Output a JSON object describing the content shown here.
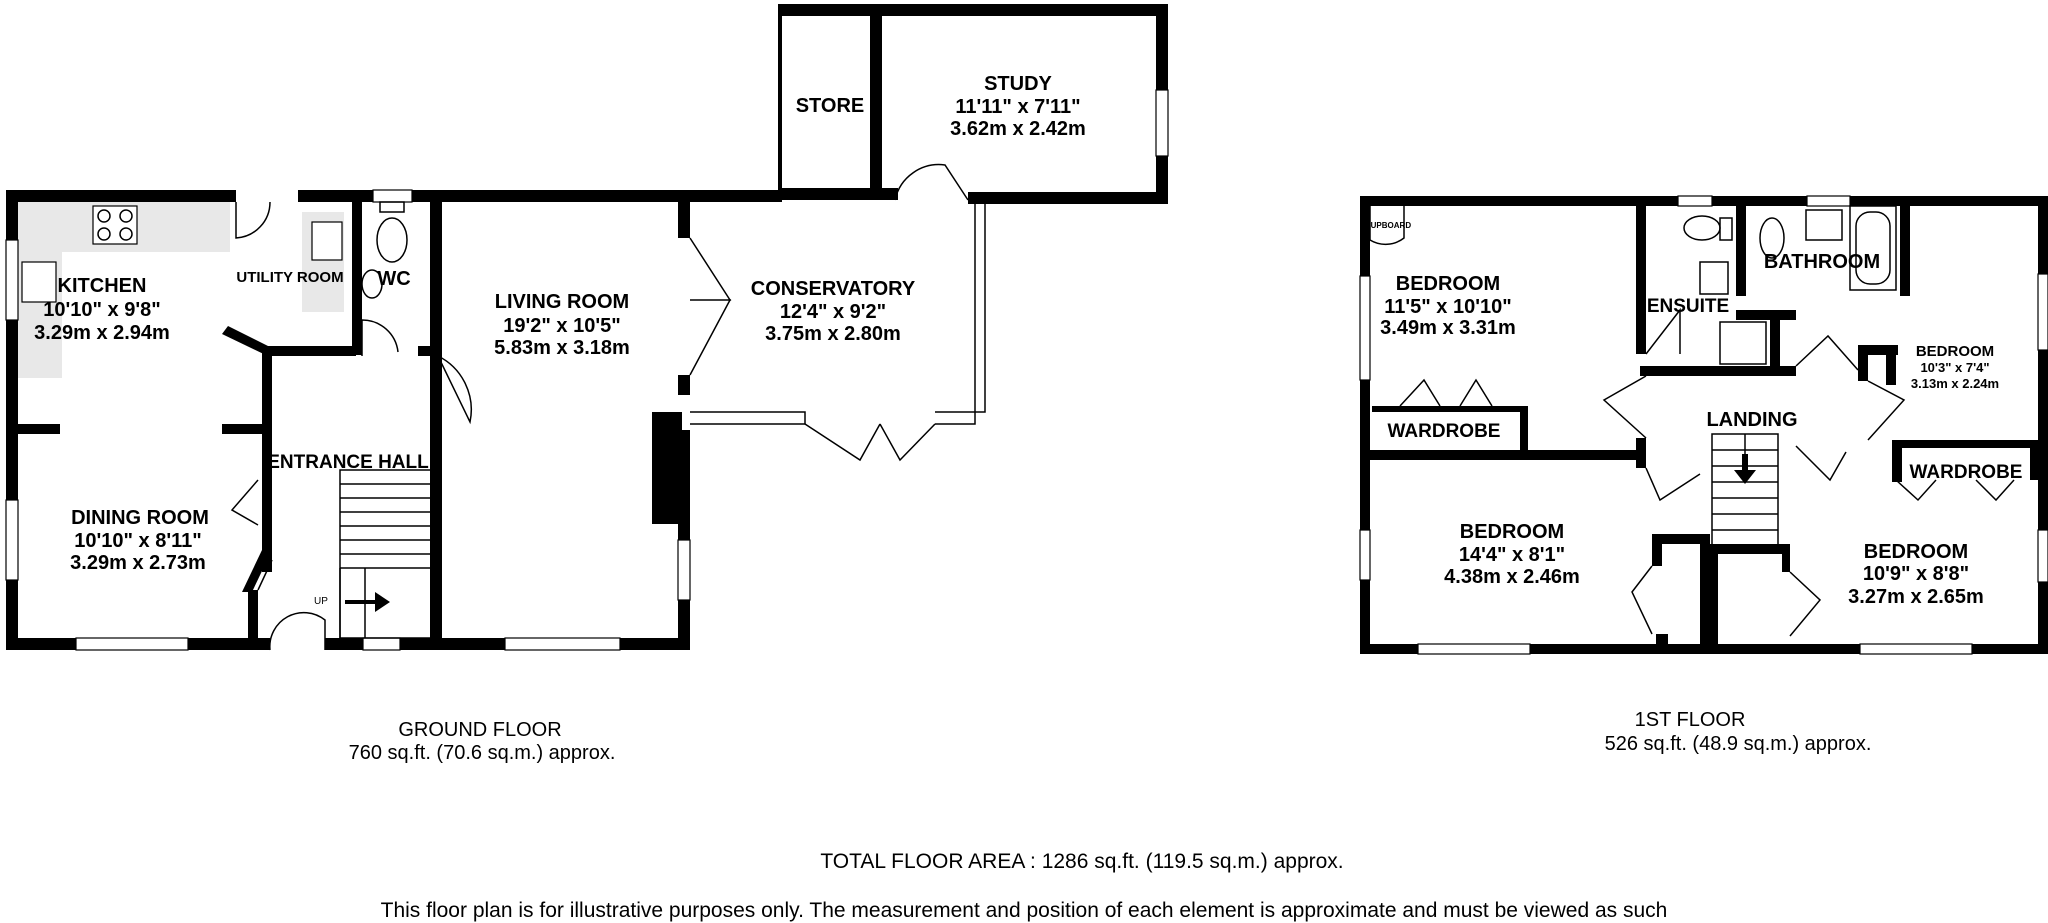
{
  "ground_floor": {
    "rooms": [
      {
        "id": "kitchen",
        "name": "KITCHEN",
        "imperial": "10'10\"  x 9'8\"",
        "metric": "3.29m  x 2.94m"
      },
      {
        "id": "utility",
        "name": "UTILITY ROOM"
      },
      {
        "id": "wc",
        "name": "WC"
      },
      {
        "id": "living",
        "name": "LIVING ROOM",
        "imperial": "19'2\"  x 10'5\"",
        "metric": "5.83m  x 3.18m"
      },
      {
        "id": "conservatory",
        "name": "CONSERVATORY",
        "imperial": "12'4\"  x 9'2\"",
        "metric": "3.75m  x 2.80m"
      },
      {
        "id": "store",
        "name": "STORE"
      },
      {
        "id": "study",
        "name": "STUDY",
        "imperial": "11'11\"  x 7'11\"",
        "metric": "3.62m  x 2.42m"
      },
      {
        "id": "hall",
        "name": "ENTRANCE HALL"
      },
      {
        "id": "dining",
        "name": "DINING ROOM",
        "imperial": "10'10\"  x 8'11\"",
        "metric": "3.29m  x 2.73m"
      }
    ],
    "stairs_label": "UP",
    "caption_title": "GROUND FLOOR",
    "caption_area": "760 sq.ft. (70.6 sq.m.) approx."
  },
  "first_floor": {
    "rooms": [
      {
        "id": "bed1",
        "name": "BEDROOM",
        "imperial": "11'5\"  x 10'10\"",
        "metric": "3.49m  x 3.31m"
      },
      {
        "id": "cupboard",
        "name": "CUPBOARD"
      },
      {
        "id": "wardrobe1",
        "name": "WARDROBE"
      },
      {
        "id": "ensuite",
        "name": "ENSUITE"
      },
      {
        "id": "bathroom",
        "name": "BATHROOM"
      },
      {
        "id": "bed2",
        "name": "BEDROOM",
        "imperial": "10'3\"  x 7'4\"",
        "metric": "3.13m  x 2.24m"
      },
      {
        "id": "landing",
        "name": "LANDING"
      },
      {
        "id": "wardrobe2",
        "name": "WARDROBE"
      },
      {
        "id": "bed3",
        "name": "BEDROOM",
        "imperial": "14'4\"  x 8'1\"",
        "metric": "4.38m  x 2.46m"
      },
      {
        "id": "bed4",
        "name": "BEDROOM",
        "imperial": "10'9\"  x 8'8\"",
        "metric": "3.27m  x 2.65m"
      }
    ],
    "caption_title": "1ST FLOOR",
    "caption_area": "526 sq.ft. (48.9 sq.m.) approx."
  },
  "total_area": "TOTAL FLOOR AREA : 1286 sq.ft. (119.5 sq.m.) approx.",
  "disclaimer": "This floor plan is for illustrative purposes only. The measurement and position of each element is approximate and must be viewed as such",
  "colors": {
    "wall": "#000000",
    "fixture_fill": "#e8e8e8"
  }
}
